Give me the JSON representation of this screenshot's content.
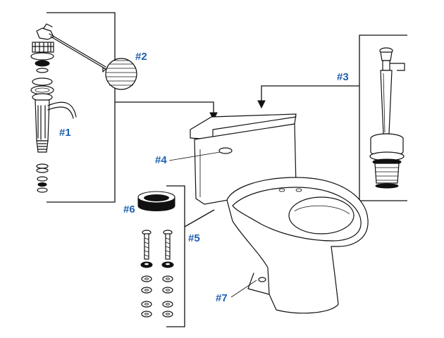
{
  "colors": {
    "callout_text": "#1f5fb0",
    "line_art": "#111111",
    "background": "#ffffff"
  },
  "callouts": {
    "fill_valve": "#1",
    "float_ball": "#2",
    "flush_valve": "#3",
    "trip_lever": "#4",
    "bolt_kit": "#5",
    "tank_gasket": "#6",
    "bowl": "#7"
  }
}
